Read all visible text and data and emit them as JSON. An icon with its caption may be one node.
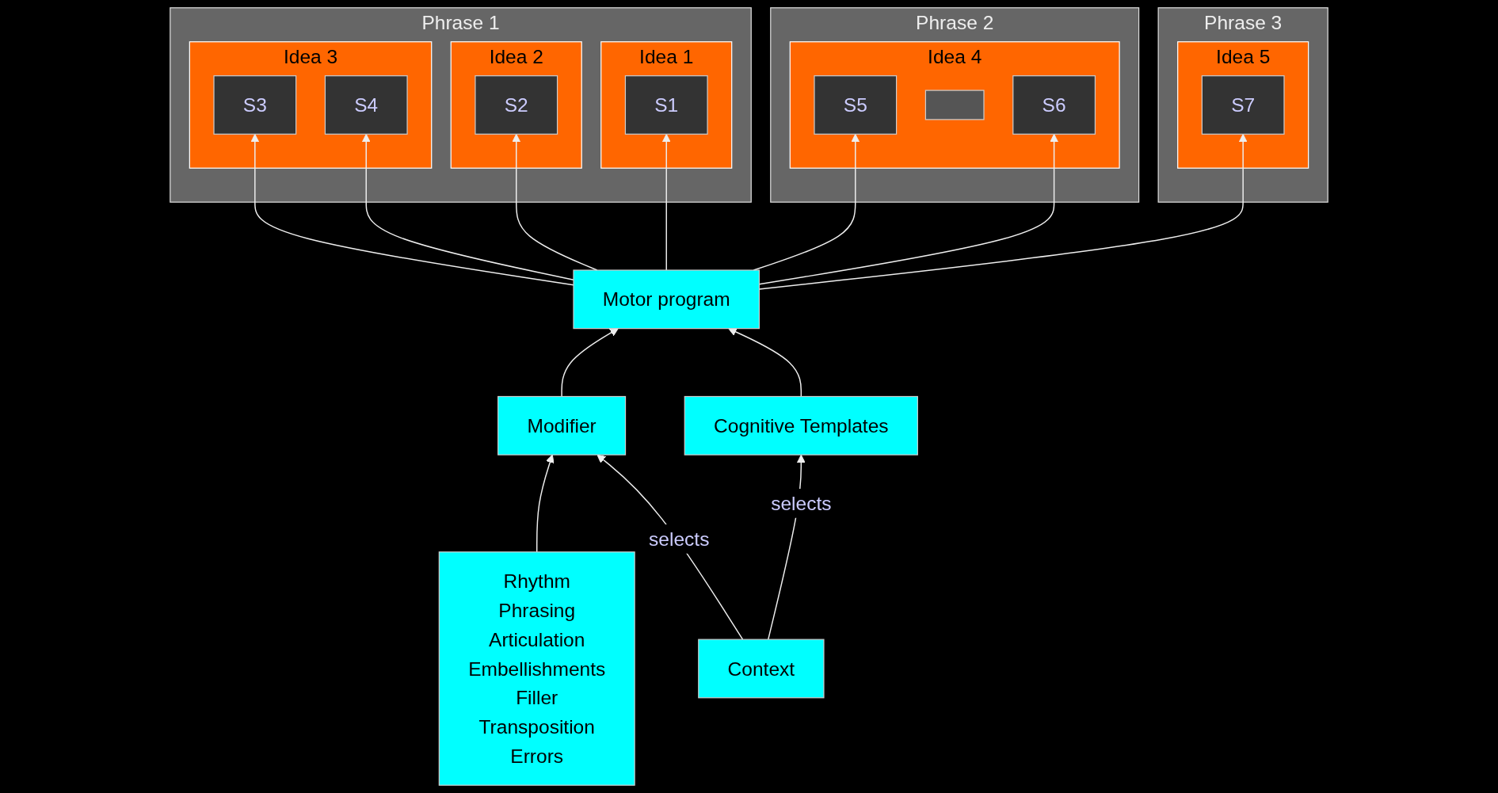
{
  "diagram": {
    "nodes": [
      {
        "text": [
          "Phrase 1"
        ]
      },
      {
        "text": [
          "Idea 1"
        ],
        "in": 0
      },
      {
        "text": [
          "S1"
        ],
        "in": 1
      },
      {
        "text": [
          "Idea 2"
        ],
        "in": 0
      },
      {
        "text": [
          "S2"
        ],
        "in": 3
      },
      {
        "text": [
          "Idea 3"
        ],
        "in": 0
      },
      {
        "text": [
          "S3"
        ],
        "in": 5
      },
      {
        "text": [
          "S4"
        ],
        "in": 5
      },
      {
        "text": [
          "Phrase 2"
        ]
      },
      {
        "text": [
          "Idea 4"
        ],
        "in": 8
      },
      {
        "text": [
          "S5"
        ],
        "in": 9
      },
      {
        "text": [],
        "shape": "bar",
        "in": 9
      },
      {
        "text": [
          "S6"
        ],
        "in": 9
      },
      {
        "text": [
          "Phrase 3"
        ]
      },
      {
        "text": [
          "Idea 5"
        ],
        "in": 13
      },
      {
        "text": [
          "S7"
        ],
        "in": 14
      },
      {
        "text": [
          "Modifier"
        ]
      },
      {
        "text": [
          "Motor program"
        ]
      },
      {
        "text": [
          "Cognitive Templates"
        ]
      },
      {
        "text": [
          "Rhythm",
          "Phrasing",
          "Articulation",
          "Embellishments",
          "Filler",
          "Transposition",
          "Errors"
        ]
      },
      {
        "text": [
          "Context"
        ]
      }
    ],
    "edges": [
      {
        "from": 17,
        "to": 2,
        "arrow": "to"
      },
      {
        "from": 17,
        "to": 4,
        "arrow": "to"
      },
      {
        "from": 17,
        "to": 6,
        "arrow": "to"
      },
      {
        "from": 17,
        "to": 7,
        "arrow": "to"
      },
      {
        "from": 17,
        "to": 10,
        "arrow": "to"
      },
      {
        "from": 17,
        "to": 12,
        "arrow": "to"
      },
      {
        "from": 17,
        "to": 15,
        "arrow": "to"
      },
      {
        "from": 16,
        "to": 17,
        "arrow": "to"
      },
      {
        "from": 18,
        "to": 17,
        "arrow": "to"
      },
      {
        "from": 19,
        "to": 16,
        "arrow": "to"
      },
      {
        "from": 20,
        "to": 16,
        "arrow": "to",
        "label": "selects"
      },
      {
        "from": 20,
        "to": 18,
        "arrow": "to",
        "label": "selects"
      }
    ]
  }
}
